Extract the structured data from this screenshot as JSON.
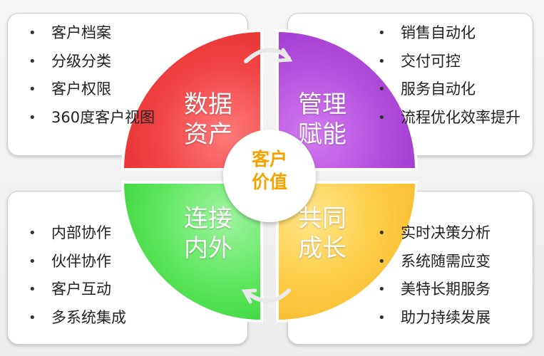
{
  "center": {
    "line1": "客户",
    "line2": "价值"
  },
  "quadrants": {
    "top_left": {
      "line1": "数据",
      "line2": "资产",
      "color": "#f03b3b"
    },
    "top_right": {
      "line1": "管理",
      "line2": "赋能",
      "color": "#b04ad8"
    },
    "bottom_left": {
      "line1": "连接",
      "line2": "内外",
      "color": "#4ee04e"
    },
    "bottom_right": {
      "line1": "共同",
      "line2": "成长",
      "color": "#ffc736"
    }
  },
  "cards": {
    "top_left": {
      "items": [
        "客户档案",
        "分级分类",
        "客户权限",
        "360度客户视图"
      ]
    },
    "top_right": {
      "items": [
        "销售自动化",
        "交付可控",
        "服务自动化",
        "流程优化效率提升"
      ]
    },
    "bottom_left": {
      "items": [
        "内部协作",
        "伙伴协作",
        "客户互动",
        "多系统集成"
      ]
    },
    "bottom_right": {
      "items": [
        "实时决策分析",
        "系统随需应变",
        "美特长期服务",
        "助力持续发展"
      ]
    }
  },
  "bullet": "•"
}
